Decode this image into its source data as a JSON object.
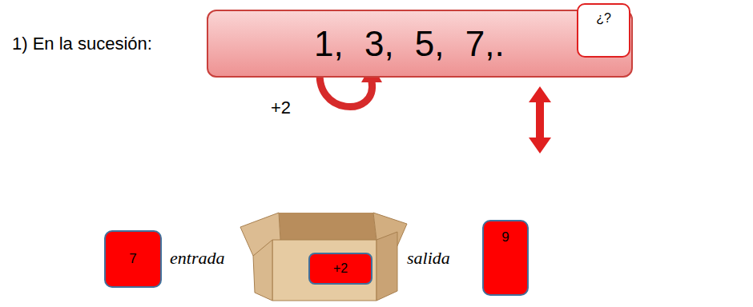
{
  "diagram": {
    "nodes": [
      {
        "text": [
          "1, 3, 5, 7,."
        ]
      },
      {
        "text": [
          "¿?"
        ],
        "in": 0
      },
      {
        "text": [
          "7"
        ]
      },
      {
        "text": [
          "+2"
        ]
      },
      {
        "text": [
          "9"
        ]
      }
    ],
    "labels": [
      "1) En la sucesión:",
      "+2",
      "entrada",
      "salida"
    ]
  }
}
